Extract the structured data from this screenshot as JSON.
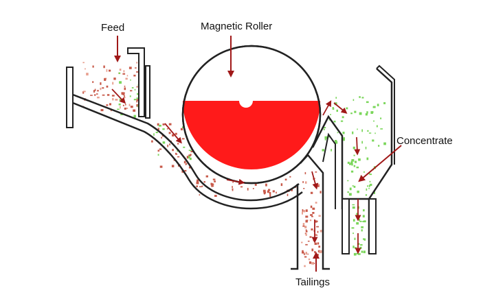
{
  "labels": {
    "feed": "Feed",
    "magnetic_roller": "Magnetic Roller",
    "concentrate": "Concentrate",
    "tailings": "Tailings"
  },
  "colors": {
    "roller_fill": "#ff1a1a",
    "arrow": "#a01818",
    "magnetic_particles": "#7ad65a",
    "non_magnetic_particles": "#c85a4a",
    "outline": "#222222"
  }
}
